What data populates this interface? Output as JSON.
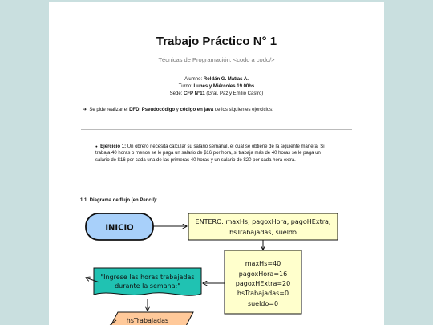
{
  "document": {
    "title": "Trabajo Práctico N° 1",
    "subtitle": "Técnicas de Programación. <codo a codo/>",
    "student_label": "Alumno:",
    "student_name": "Roldán G. Matías A.",
    "shift_label": "Turno:",
    "shift_value": "Lunes y Miércoles 19.00hs",
    "site_label": "Sede:",
    "site_value": "CFP N°11",
    "site_extra": "(Gral. Paz y Emilio Castro)",
    "intro_arrow": "➔",
    "intro_text_1": "Se pide realizar el",
    "intro_dfd": "DFD",
    "intro_comma": ",",
    "intro_pseudo": "Pseudocódigo",
    "intro_y": "y",
    "intro_code": "código en java",
    "intro_text_2": "de los siguientes ejercicios:",
    "exercise_bullet": "●",
    "exercise_title": "Ejercicio 1:",
    "exercise_text": "Un obrero necesita calcular su salario semanal, el cual se obtiene de la siguiente manera: Si trabaja 40 horas o menos se le paga un salario de $16 por hora, si trabaja más de 40 horas se le paga un salario de $16 por cada una de las primeras 40 horas y un salario de $20 por cada hora extra.",
    "section_title": "1.1. Diagrama de flujo (en Pencil):"
  },
  "flowchart": {
    "start_label": "INICIO",
    "declare_lines": [
      "ENTERO: maxHs, pagoxHora, pagoHExtra,",
      "hsTrabajadas, sueldo"
    ],
    "init_lines": [
      "maxHs=40",
      "pagoxHora=16",
      "pagoxHExtra=20",
      "hsTrabajadas=0",
      "sueldo=0"
    ],
    "output_lines": [
      "\"Ingrese las horas trabajadas",
      "durante la semana:\""
    ],
    "input_label": "hsTrabajadas"
  },
  "colors": {
    "background": "#c9dfdf",
    "start_fill": "#a8d0fa",
    "process_fill": "#ffffcc",
    "output_fill": "#20c2b2",
    "input_fill": "#ffc99a",
    "stroke": "#111111"
  }
}
